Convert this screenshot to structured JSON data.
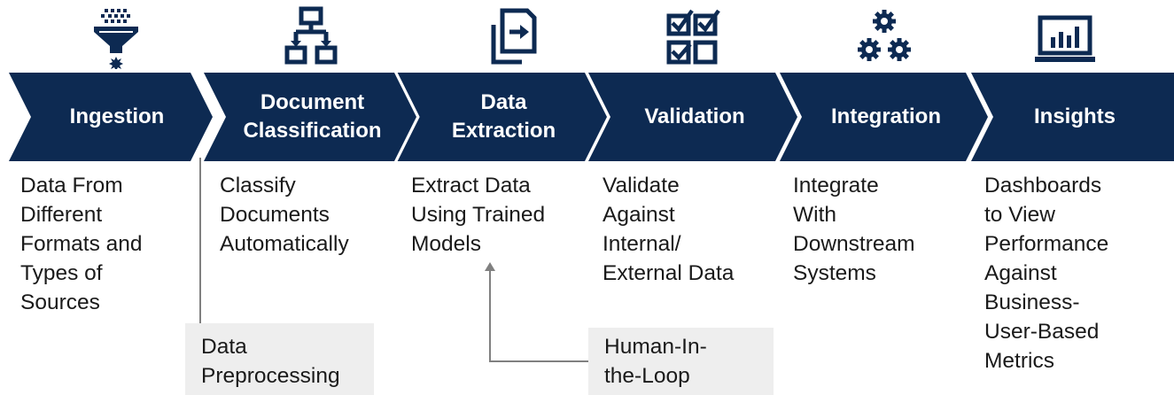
{
  "colors": {
    "chevron_fill": "#0d2a52",
    "note_fill": "#eeeeee",
    "connector": "#808080"
  },
  "stages": [
    {
      "id": "ingestion",
      "icon": "funnel-icon",
      "label": "Ingestion",
      "description": "Data From\nDifferent\nFormats and\nTypes of\nSources"
    },
    {
      "id": "classification",
      "icon": "hierarchy-icon",
      "label": "Document\nClassification",
      "description": "Classify\nDocuments\nAutomatically"
    },
    {
      "id": "extraction",
      "icon": "document-extract-icon",
      "label": "Data\nExtraction",
      "description": "Extract Data\nUsing Trained\nModels"
    },
    {
      "id": "validation",
      "icon": "checklist-icon",
      "label": "Validation",
      "description": "Validate\nAgainst\nInternal/\nExternal Data"
    },
    {
      "id": "integration",
      "icon": "gears-icon",
      "label": "Integration",
      "description": "Integrate\nWith\nDownstream\nSystems"
    },
    {
      "id": "insights",
      "icon": "dashboard-monitor-icon",
      "label": "Insights",
      "description": "Dashboards\nto View\nPerformance\nAgainst\nBusiness-\nUser-Based\nMetrics"
    }
  ],
  "notes": {
    "preprocessing": "Data\nPreprocessing",
    "human_in_loop": "Human-In-\nthe-Loop"
  }
}
